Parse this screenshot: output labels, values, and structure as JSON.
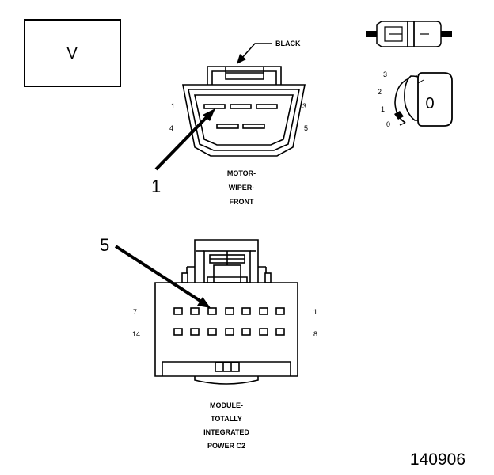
{
  "view_box": {
    "letter": "V"
  },
  "connector_top": {
    "color_label": "BLACK",
    "name_lines": [
      "MOTOR-",
      "WIPER-",
      "FRONT"
    ],
    "pin_labels": {
      "top_left": "1",
      "top_right": "3",
      "bottom_left": "4",
      "bottom_right": "5"
    },
    "callout": "1"
  },
  "connector_bottom": {
    "name_lines": [
      "MODULE-",
      "TOTALLY",
      "INTEGRATED",
      "POWER C2"
    ],
    "pin_labels": {
      "top_left": "7",
      "top_right": "1",
      "bottom_left": "14",
      "bottom_right": "8"
    },
    "callout": "5"
  },
  "lock_diagram": {
    "positions": [
      "3",
      "2",
      "1",
      "0"
    ],
    "key_label": "0"
  },
  "figure_number": "140906"
}
